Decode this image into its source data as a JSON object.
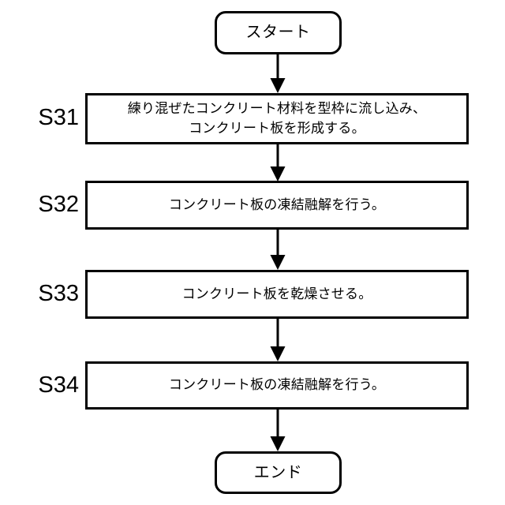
{
  "diagram": {
    "title": "concrete-plate-freeze-thaw-process-flowchart",
    "background_color": "#ffffff",
    "line_color": "#000000",
    "nodes": [
      {
        "id": "start",
        "shape": "terminator",
        "text": "スタート"
      },
      {
        "id": "s31",
        "shape": "process",
        "step": "S31",
        "line1": "練り混ぜたコンクリート材料を型枠に流し込み、",
        "line2": "コンクリート板を形成する。"
      },
      {
        "id": "s32",
        "shape": "process",
        "step": "S32",
        "line1": "コンクリート板の凍結融解を行う。",
        "line2": ""
      },
      {
        "id": "s33",
        "shape": "process",
        "step": "S33",
        "line1": "コンクリート板を乾燥させる。",
        "line2": ""
      },
      {
        "id": "s34",
        "shape": "process",
        "step": "S34",
        "line1": "コンクリート板の凍結融解を行う。",
        "line2": ""
      },
      {
        "id": "end",
        "shape": "terminator",
        "text": "エンド"
      }
    ],
    "arrows": [
      {
        "id": "start-to-s31",
        "from": "start",
        "to": "s31"
      },
      {
        "id": "s31-to-s32",
        "from": "s31",
        "to": "s32"
      },
      {
        "id": "s32-to-s33",
        "from": "s32",
        "to": "s33"
      },
      {
        "id": "s33-to-s34",
        "from": "s33",
        "to": "s34"
      },
      {
        "id": "s34-to-end",
        "from": "s34",
        "to": "end"
      }
    ]
  }
}
